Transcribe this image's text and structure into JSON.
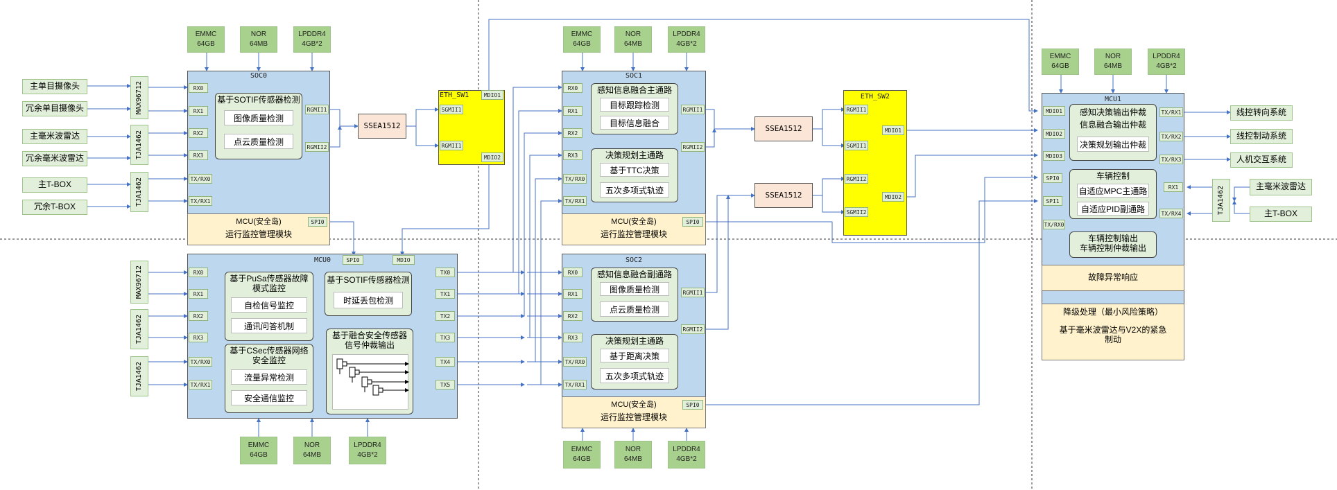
{
  "colors": {
    "wire": "#4472c4",
    "soc_fill": "#bdd7ee",
    "mem_fill": "#a9d18e",
    "port_fill": "#e2efda",
    "safety_fill": "#fff2cc",
    "ssea_fill": "#fbe5d6",
    "eth_fill": "#ffff00"
  },
  "memory": {
    "emmc": "EMMC\n64GB",
    "nor": "NOR\n64MB",
    "lpddr": "LPDDR4\n4GB*2"
  },
  "sensors": {
    "cam_main": "主单目摄像头",
    "cam_red": "冗余单目摄像头",
    "radar_main": "主毫米波雷达",
    "radar_red": "冗余毫米波雷达",
    "tbox_main": "主T-BOX",
    "tbox_red": "冗余T-BOX"
  },
  "chips": {
    "max": "MAX96712",
    "tja": "TJA1462"
  },
  "ports": {
    "rx0": "RX0",
    "rx1": "RX1",
    "rx2": "RX2",
    "rx3": "RX3",
    "txrx0": "TX/RX0",
    "txrx1": "TX/RX1",
    "rgmii1": "RGMII1",
    "rgmii2": "RGMII2",
    "sgmii1": "SGMII1",
    "sgmii2": "SGMII2",
    "mdio": "MDIO",
    "mdio1": "MDIO1",
    "mdio2": "MDIO2",
    "mdio3": "MDIO3",
    "spi0": "SPI0",
    "spi1": "SPI1",
    "tx0": "TX0",
    "tx1": "TX1",
    "tx2": "TX2",
    "tx3": "TX3",
    "tx4": "TX4",
    "tx5": "TX5",
    "txrx2": "TX/RX2",
    "txrx3": "TX/RX3",
    "txrx4": "TX/RX4",
    "rx1b": "RX1",
    "txrx0b": "TX/RX0"
  },
  "soc0": {
    "title": "SOC0",
    "func_title": "基于SOTIF传感器检测",
    "items": [
      "图像质量检测",
      "点云质量检测"
    ],
    "safety_title": "MCU(安全岛)",
    "safety_text": "运行监控管理模块"
  },
  "mcu0": {
    "title": "MCU0",
    "pusa_title": "基于PuSa传感器故障模式监控",
    "pusa_items": [
      "自检信号监控",
      "通讯问答机制"
    ],
    "csec_title": "基于CSec传感器网络安全监控",
    "csec_items": [
      "流量异常检测",
      "安全通信监控"
    ],
    "sotif_title": "基于SOTIF传感器检测",
    "sotif_items": [
      "时延丢包检测"
    ],
    "fusion_title": "基于融合安全传感器信号仲裁输出"
  },
  "eth_sw1": "ETH_SW1",
  "eth_sw2": "ETH_SW2",
  "ssea": "SSEA1512",
  "soc1": {
    "title": "SOC1",
    "f1_title": "感知信息融合主通路",
    "f1_items": [
      "目标跟踪检测",
      "目标信息融合"
    ],
    "f2_title": "决策规划主通路",
    "f2_items": [
      "基于TTC决策",
      "五次多项式轨迹"
    ],
    "safety_title": "MCU(安全岛)",
    "safety_text": "运行监控管理模块"
  },
  "soc2": {
    "title": "SOC2",
    "f1_title": "感知信息融合副通路",
    "f1_items": [
      "图像质量检测",
      "点云质量检测"
    ],
    "f2_title": "决策规划主通路",
    "f2_items": [
      "基于距离决策",
      "五次多项式轨迹"
    ],
    "safety_title": "MCU(安全岛)",
    "safety_text": "运行监控管理模块"
  },
  "mcu1": {
    "title": "MCU1",
    "f1_items": [
      "感知决策输出仲裁",
      "信息融合输出仲裁",
      "决策规划输出仲裁"
    ],
    "f2_title": "车辆控制",
    "f2_items": [
      "自适应MPC主通路",
      "自适应PID副通路"
    ],
    "f3_items": [
      "车辆控制输出",
      "车辆控制仲裁输出"
    ],
    "fault": "故障异常响应",
    "degrade_title": "降级处理（最小风险策略）",
    "degrade_text": "基于毫米波雷达与V2X的紧急制动"
  },
  "outputs": {
    "steer": "线控转向系统",
    "brake": "线控制动系统",
    "hmi": "人机交互系统"
  },
  "right_inputs": {
    "radar": "主毫米波雷达",
    "tbox": "主T-BOX"
  }
}
